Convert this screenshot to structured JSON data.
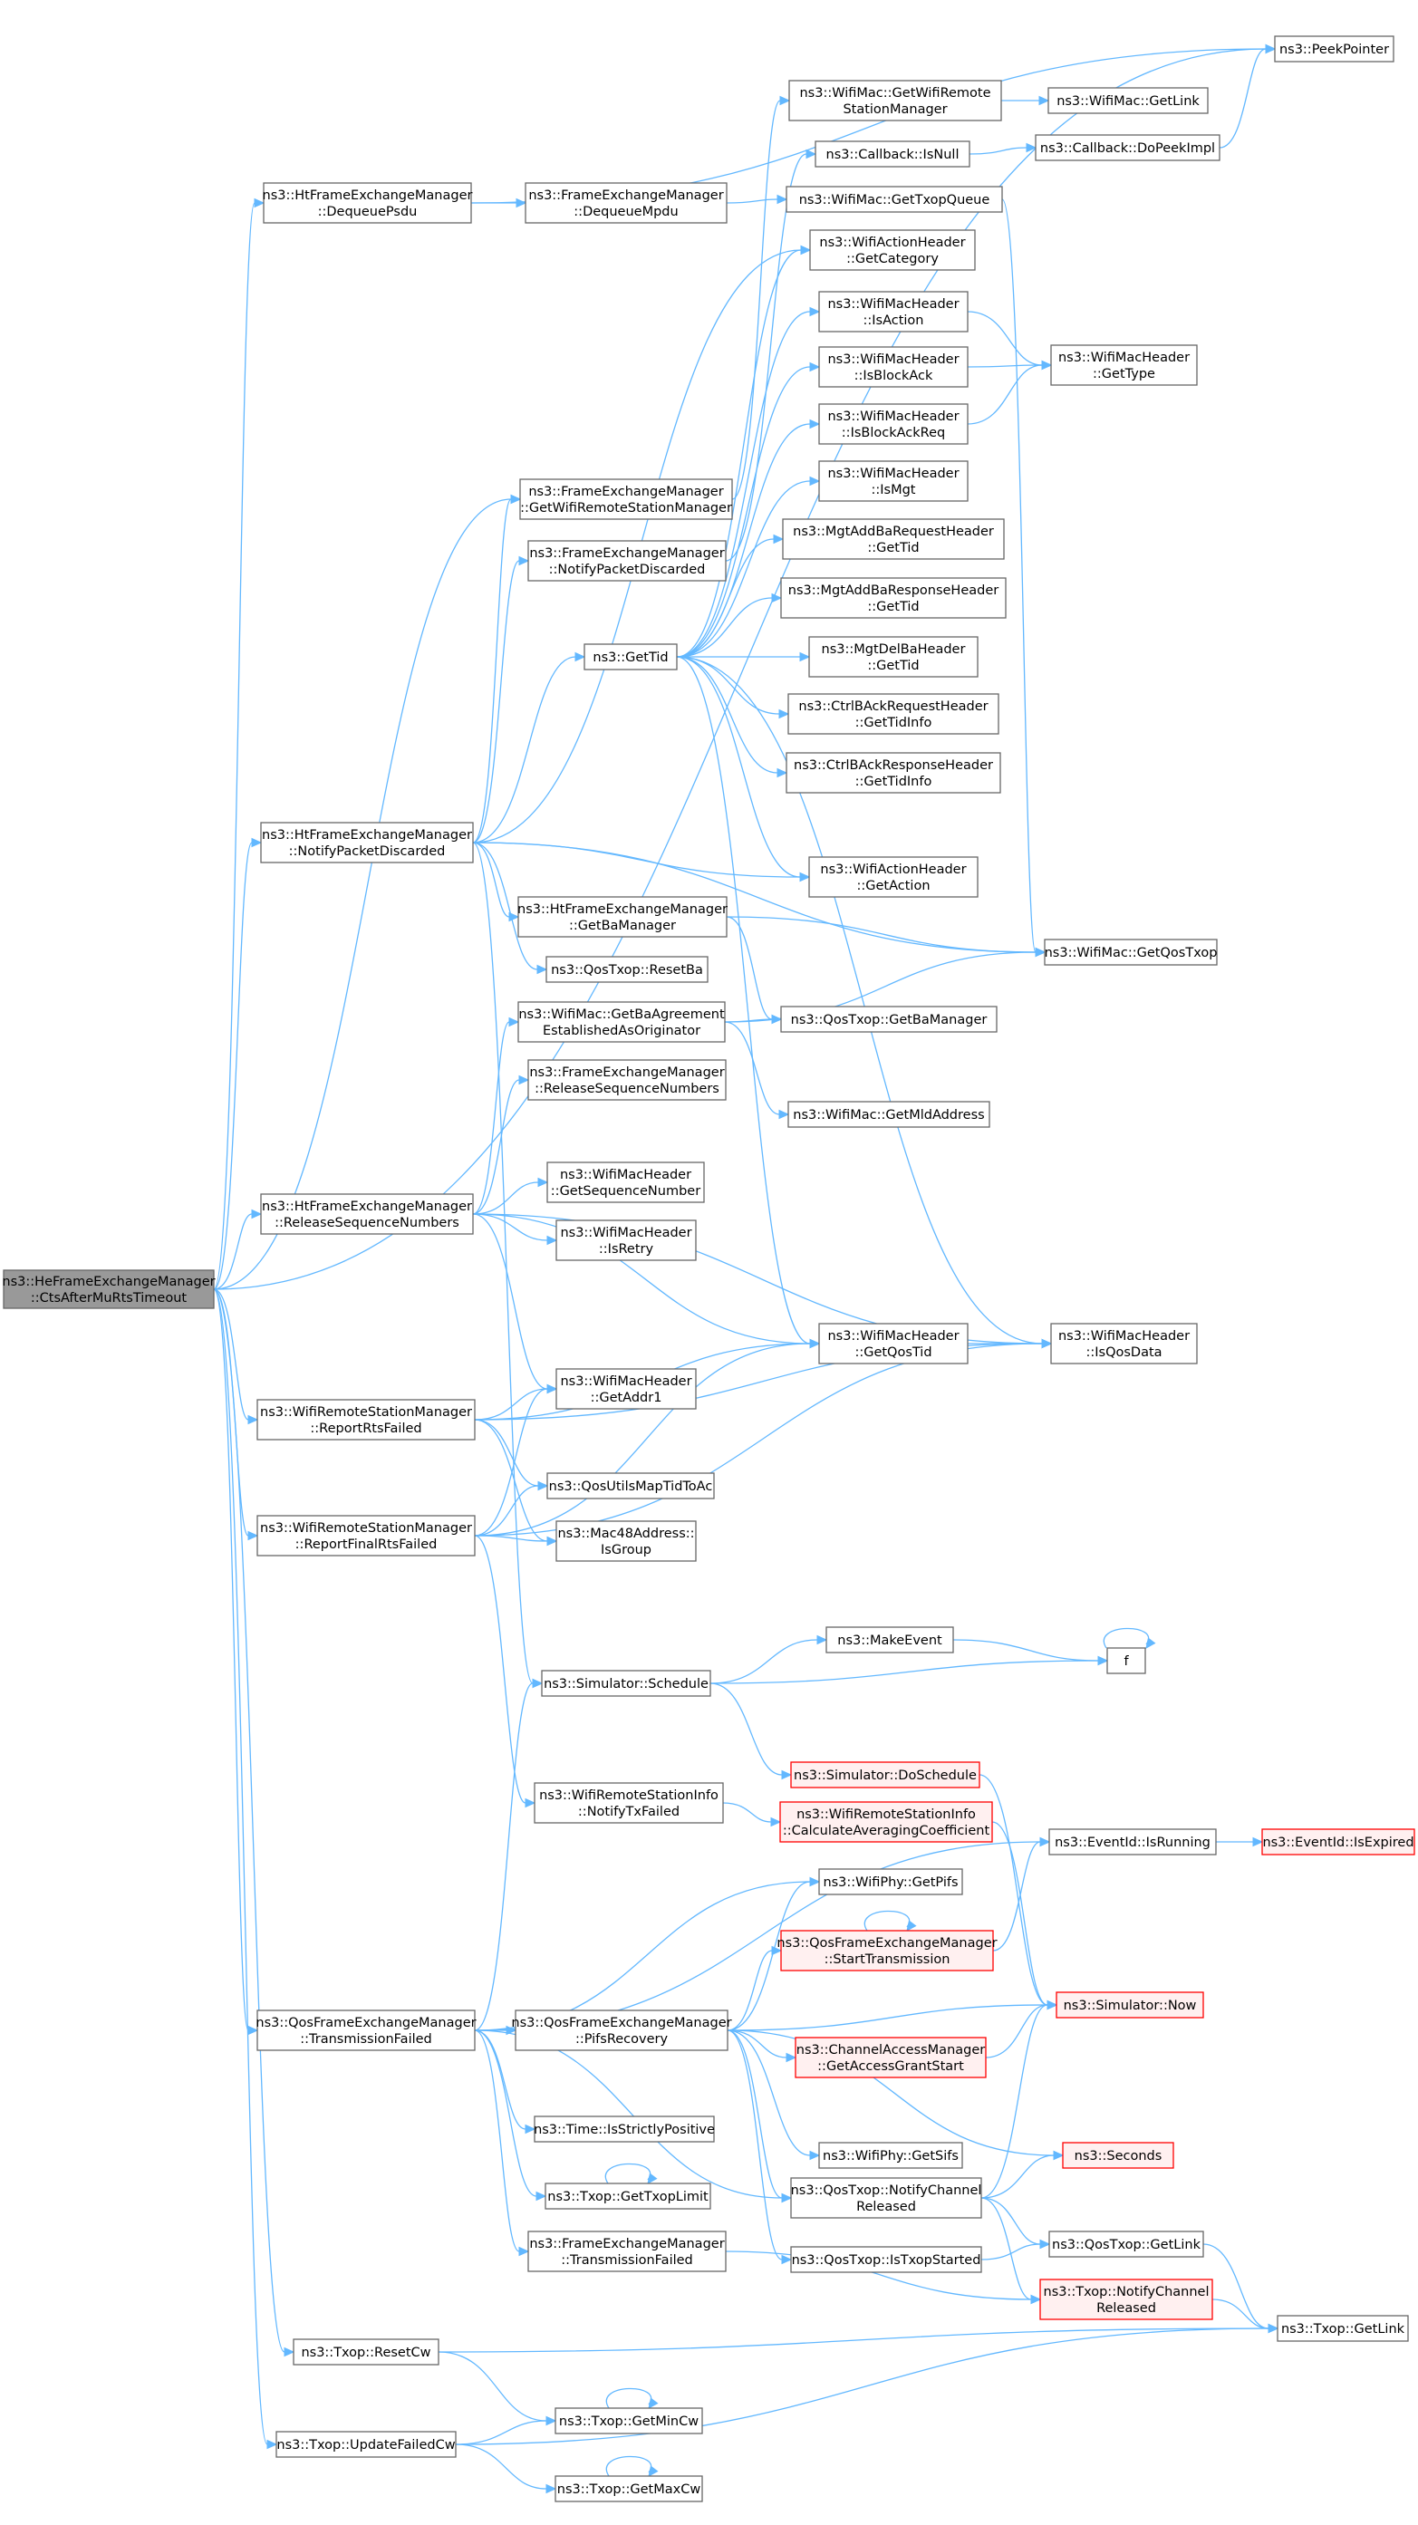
{
  "colors": {
    "edge": "#63b8ff",
    "node_border": "#666666",
    "node_fill": "#ffffff",
    "root_fill": "#999999",
    "truncated_border": "#ff0000",
    "truncated_fill": "#fff0f0"
  },
  "nodes": [
    {
      "id": "root",
      "lines": [
        "ns3::HeFrameExchangeManager",
        "::CtsAfterMuRtsTimeout"
      ],
      "style": "root"
    },
    {
      "id": "peek",
      "lines": [
        "ns3::PeekPointer"
      ]
    },
    {
      "id": "htDeq",
      "lines": [
        "ns3::HtFrameExchangeManager",
        "::DequeuePsdu"
      ]
    },
    {
      "id": "femDeq",
      "lines": [
        "ns3::FrameExchangeManager",
        "::DequeueMpdu"
      ]
    },
    {
      "id": "wmGetWRSM",
      "lines": [
        "ns3::WifiMac::GetWifiRemote",
        "StationManager"
      ]
    },
    {
      "id": "wmGetLink",
      "lines": [
        "ns3::WifiMac::GetLink"
      ]
    },
    {
      "id": "cbIsNull",
      "lines": [
        "ns3::Callback::IsNull"
      ]
    },
    {
      "id": "cbDoPeek",
      "lines": [
        "ns3::Callback::DoPeekImpl"
      ]
    },
    {
      "id": "wmGetTxop",
      "lines": [
        "ns3::WifiMac::GetTxopQueue"
      ]
    },
    {
      "id": "wahGetCat",
      "lines": [
        "ns3::WifiActionHeader",
        "::GetCategory"
      ]
    },
    {
      "id": "wmhIsAction",
      "lines": [
        "ns3::WifiMacHeader",
        "::IsAction"
      ]
    },
    {
      "id": "wmhGetType",
      "lines": [
        "ns3::WifiMacHeader",
        "::GetType"
      ]
    },
    {
      "id": "wmhIsBA",
      "lines": [
        "ns3::WifiMacHeader",
        "::IsBlockAck"
      ]
    },
    {
      "id": "wmhIsBAR",
      "lines": [
        "ns3::WifiMacHeader",
        "::IsBlockAckReq"
      ]
    },
    {
      "id": "wmhIsMgt",
      "lines": [
        "ns3::WifiMacHeader",
        "::IsMgt"
      ]
    },
    {
      "id": "femGetWRSM",
      "lines": [
        "ns3::FrameExchangeManager",
        "::GetWifiRemoteStationManager"
      ]
    },
    {
      "id": "mgtAddReq",
      "lines": [
        "ns3::MgtAddBaRequestHeader",
        "::GetTid"
      ]
    },
    {
      "id": "femNPD",
      "lines": [
        "ns3::FrameExchangeManager",
        "::NotifyPacketDiscarded"
      ]
    },
    {
      "id": "mgtAddResp",
      "lines": [
        "ns3::MgtAddBaResponseHeader",
        "::GetTid"
      ]
    },
    {
      "id": "getTid",
      "lines": [
        "ns3::GetTid"
      ]
    },
    {
      "id": "mgtDel",
      "lines": [
        "ns3::MgtDelBaHeader",
        "::GetTid"
      ]
    },
    {
      "id": "ctrlReq",
      "lines": [
        "ns3::CtrlBAckRequestHeader",
        "::GetTidInfo"
      ]
    },
    {
      "id": "ctrlResp",
      "lines": [
        "ns3::CtrlBAckResponseHeader",
        "::GetTidInfo"
      ]
    },
    {
      "id": "htNPD",
      "lines": [
        "ns3::HtFrameExchangeManager",
        "::NotifyPacketDiscarded"
      ]
    },
    {
      "id": "wahGetAction",
      "lines": [
        "ns3::WifiActionHeader",
        "::GetAction"
      ]
    },
    {
      "id": "htGetBaMgr",
      "lines": [
        "ns3::HtFrameExchangeManager",
        "::GetBaManager"
      ]
    },
    {
      "id": "wmGetQosTxop",
      "lines": [
        "ns3::WifiMac::GetQosTxop"
      ]
    },
    {
      "id": "qtResetBa",
      "lines": [
        "ns3::QosTxop::ResetBa"
      ]
    },
    {
      "id": "wmGetBaAgr",
      "lines": [
        "ns3::WifiMac::GetBaAgreement",
        "EstablishedAsOriginator"
      ]
    },
    {
      "id": "qtGetBaMgr",
      "lines": [
        "ns3::QosTxop::GetBaManager"
      ]
    },
    {
      "id": "femRSN",
      "lines": [
        "ns3::FrameExchangeManager",
        "::ReleaseSequenceNumbers"
      ]
    },
    {
      "id": "wmGetMld",
      "lines": [
        "ns3::WifiMac::GetMldAddress"
      ]
    },
    {
      "id": "wmhGetSeq",
      "lines": [
        "ns3::WifiMacHeader",
        "::GetSequenceNumber"
      ]
    },
    {
      "id": "htRSN",
      "lines": [
        "ns3::HtFrameExchangeManager",
        "::ReleaseSequenceNumbers"
      ]
    },
    {
      "id": "wmhIsRetry",
      "lines": [
        "ns3::WifiMacHeader",
        "::IsRetry"
      ]
    },
    {
      "id": "wmhGetQosTid",
      "lines": [
        "ns3::WifiMacHeader",
        "::GetQosTid"
      ]
    },
    {
      "id": "wmhIsQosData",
      "lines": [
        "ns3::WifiMacHeader",
        "::IsQosData"
      ]
    },
    {
      "id": "wrsmRRF",
      "lines": [
        "ns3::WifiRemoteStationManager",
        "::ReportRtsFailed"
      ]
    },
    {
      "id": "wmhGetAddr1",
      "lines": [
        "ns3::WifiMacHeader",
        "::GetAddr1"
      ]
    },
    {
      "id": "qosUtils",
      "lines": [
        "ns3::QosUtilsMapTidToAc"
      ]
    },
    {
      "id": "wrsmRFRF",
      "lines": [
        "ns3::WifiRemoteStationManager",
        "::ReportFinalRtsFailed"
      ]
    },
    {
      "id": "macIsGroup",
      "lines": [
        "ns3::Mac48Address::",
        "IsGroup"
      ]
    },
    {
      "id": "makeEvent",
      "lines": [
        "ns3::MakeEvent"
      ]
    },
    {
      "id": "f",
      "lines": [
        "f"
      ]
    },
    {
      "id": "simSchedule",
      "lines": [
        "ns3::Simulator::Schedule"
      ]
    },
    {
      "id": "simDoSched",
      "lines": [
        "ns3::Simulator::DoSchedule"
      ],
      "style": "trunc"
    },
    {
      "id": "wrsiNTF",
      "lines": [
        "ns3::WifiRemoteStationInfo",
        "::NotifyTxFailed"
      ]
    },
    {
      "id": "wrsiCAC",
      "lines": [
        "ns3::WifiRemoteStationInfo",
        "::CalculateAveragingCoefficient"
      ],
      "style": "trunc"
    },
    {
      "id": "evIsRunning",
      "lines": [
        "ns3::EventId::IsRunning"
      ]
    },
    {
      "id": "evIsExpired",
      "lines": [
        "ns3::EventId::IsExpired"
      ],
      "style": "trunc"
    },
    {
      "id": "wpGetPifs",
      "lines": [
        "ns3::WifiPhy::GetPifs"
      ]
    },
    {
      "id": "qfemStartTx",
      "lines": [
        "ns3::QosFrameExchangeManager",
        "::StartTransmission"
      ],
      "style": "trunc"
    },
    {
      "id": "qfemTF",
      "lines": [
        "ns3::QosFrameExchangeManager",
        "::TransmissionFailed"
      ]
    },
    {
      "id": "qfemPifs",
      "lines": [
        "ns3::QosFrameExchangeManager",
        "::PifsRecovery"
      ]
    },
    {
      "id": "simNow",
      "lines": [
        "ns3::Simulator::Now"
      ],
      "style": "trunc"
    },
    {
      "id": "camGAGS",
      "lines": [
        "ns3::ChannelAccessManager",
        "::GetAccessGrantStart"
      ],
      "style": "trunc"
    },
    {
      "id": "timeIsSP",
      "lines": [
        "ns3::Time::IsStrictlyPositive"
      ]
    },
    {
      "id": "seconds",
      "lines": [
        "ns3::Seconds"
      ],
      "style": "trunc"
    },
    {
      "id": "wpGetSifs",
      "lines": [
        "ns3::WifiPhy::GetSifs"
      ]
    },
    {
      "id": "qtGetTxopLimit",
      "lines": [
        "ns3::Txop::GetTxopLimit"
      ]
    },
    {
      "id": "qtNCR",
      "lines": [
        "ns3::QosTxop::NotifyChannel",
        "Released"
      ]
    },
    {
      "id": "qtGetLink",
      "lines": [
        "ns3::QosTxop::GetLink"
      ]
    },
    {
      "id": "femTF",
      "lines": [
        "ns3::FrameExchangeManager",
        "::TransmissionFailed"
      ]
    },
    {
      "id": "qtIsTxopStarted",
      "lines": [
        "ns3::QosTxop::IsTxopStarted"
      ]
    },
    {
      "id": "txopNCR",
      "lines": [
        "ns3::Txop::NotifyChannel",
        "Released"
      ],
      "style": "trunc"
    },
    {
      "id": "txopGetLink",
      "lines": [
        "ns3::Txop::GetLink"
      ]
    },
    {
      "id": "txopResetCw",
      "lines": [
        "ns3::Txop::ResetCw"
      ]
    },
    {
      "id": "txopGetMinCw",
      "lines": [
        "ns3::Txop::GetMinCw"
      ]
    },
    {
      "id": "txopUFC",
      "lines": [
        "ns3::Txop::UpdateFailedCw"
      ]
    },
    {
      "id": "txopGetMaxCw",
      "lines": [
        "ns3::Txop::GetMaxCw"
      ]
    }
  ]
}
